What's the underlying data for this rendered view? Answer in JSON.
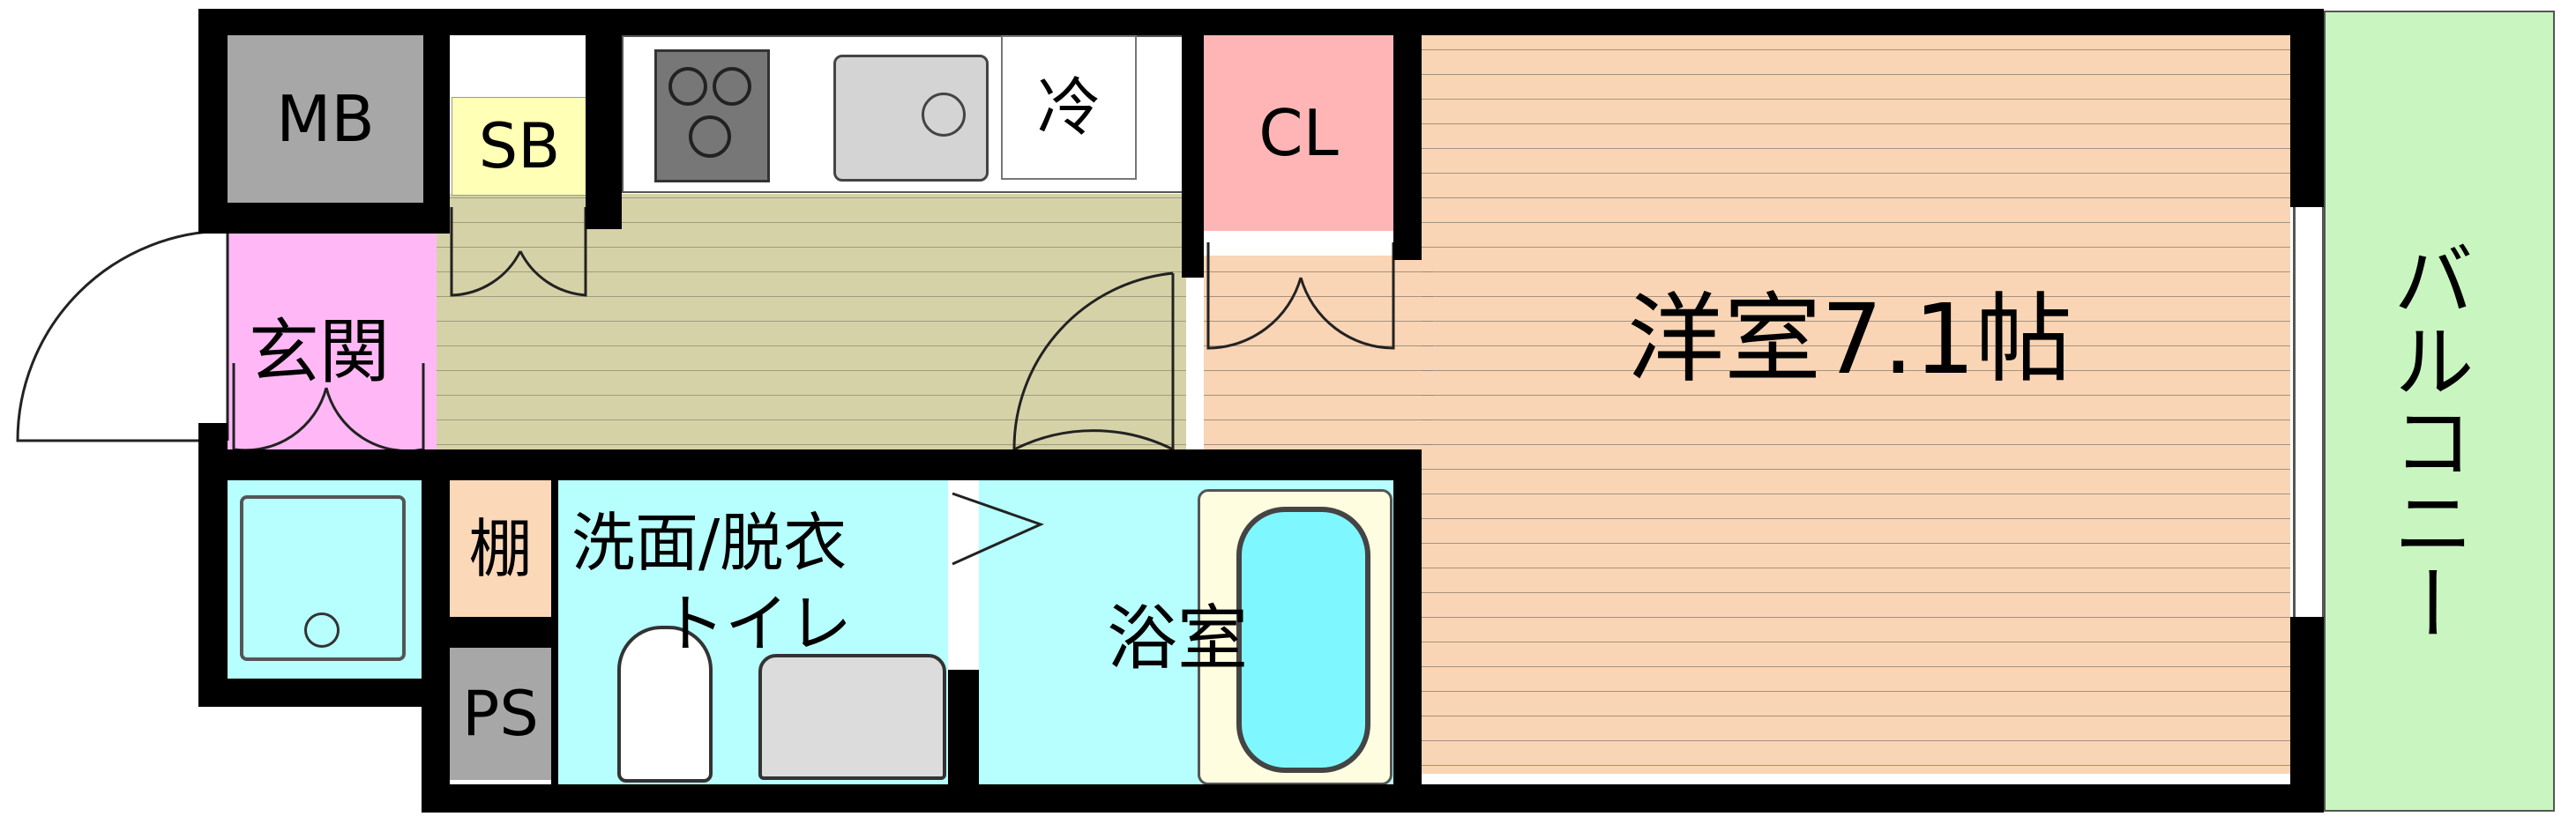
{
  "rooms": {
    "mb": {
      "label": "MB",
      "color": "#a7a7a7"
    },
    "sb": {
      "label": "SB",
      "color": "#ffffb5"
    },
    "fridge": {
      "label": "冷",
      "color": "#ffffff"
    },
    "closet": {
      "label": "CL",
      "color": "#ffb5b5"
    },
    "western": {
      "label": "洋室7.1帖",
      "color": "#f9d5b5"
    },
    "balcony": {
      "label": "バルコニー",
      "color": "#c9f5c0"
    },
    "entrance": {
      "label": "玄関",
      "color": "#ffb8f5"
    },
    "kitchen": {
      "color": "#d6d2a8"
    },
    "shelf": {
      "label": "棚",
      "color": "#fbd8b8"
    },
    "washroom": {
      "line1": "洗面/脱衣",
      "line2": "トイレ",
      "color": "#b7ffff"
    },
    "bath": {
      "label": "浴室",
      "color": "#b7ffff"
    },
    "ps": {
      "label": "PS",
      "color": "#a7a7a7"
    },
    "laundry": {
      "color": "#b7ffff"
    }
  }
}
